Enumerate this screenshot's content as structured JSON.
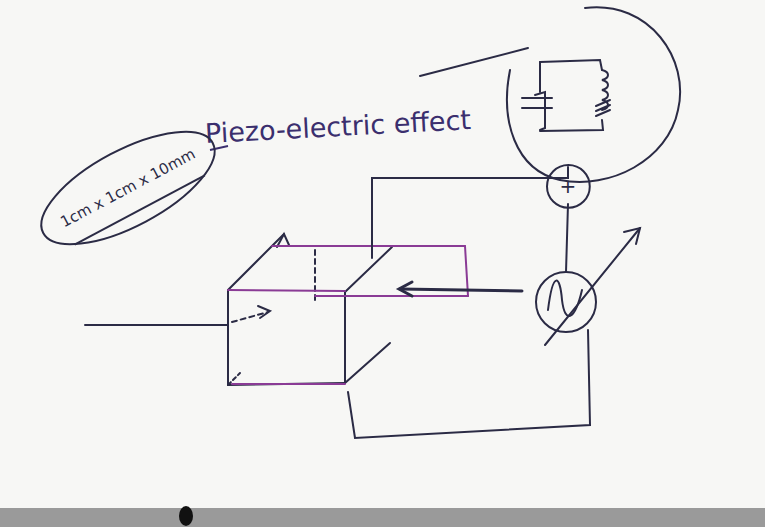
{
  "diagram": {
    "title": "Piezo-electric effect",
    "nodes": [
      {
        "text": [
          "1cm x 1cm x 10mm"
        ]
      },
      {
        "text": [
          "+"
        ]
      }
    ]
  }
}
